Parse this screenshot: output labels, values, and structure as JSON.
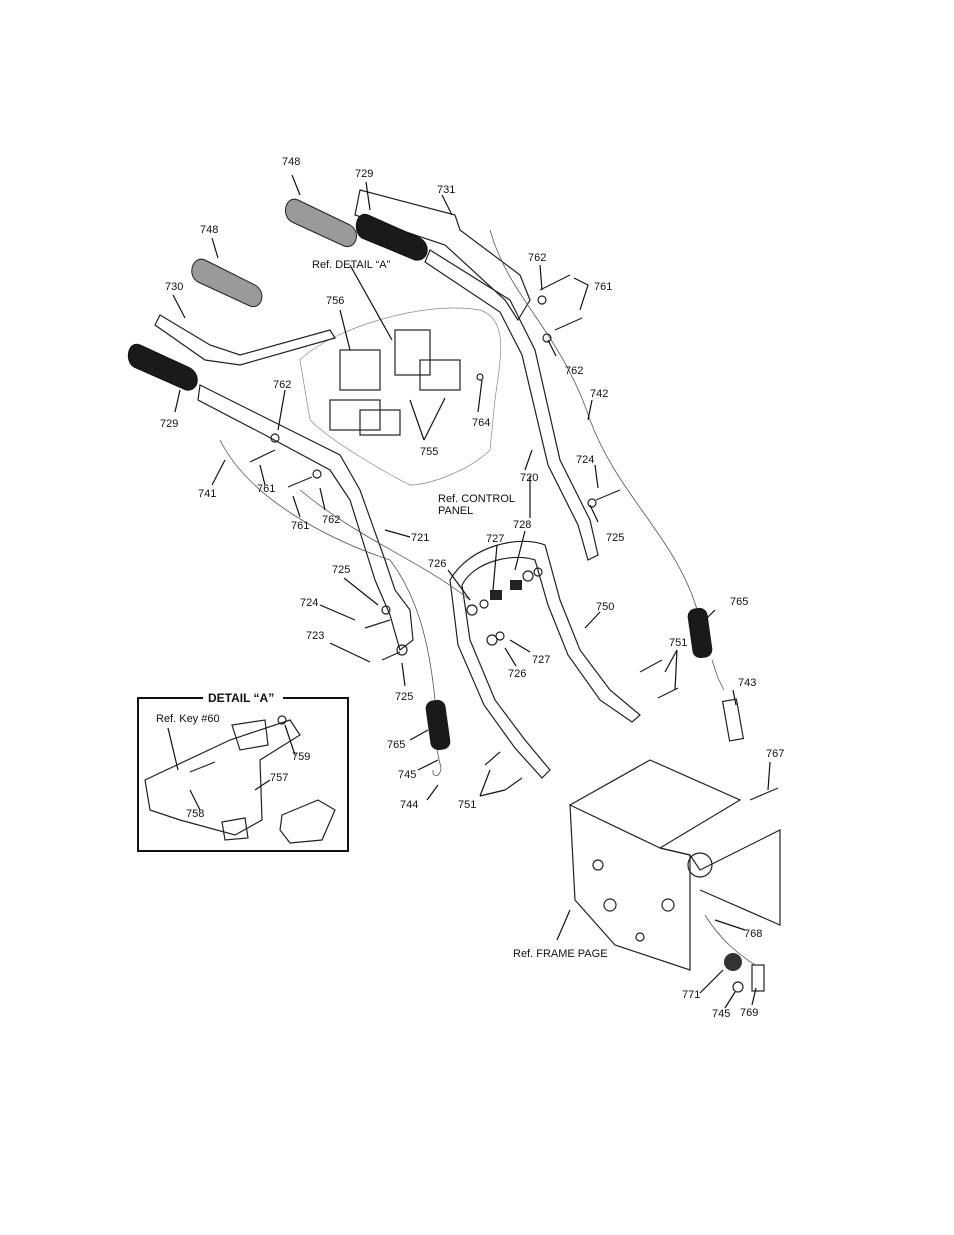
{
  "callouts": {
    "c748a": "748",
    "c729a": "729",
    "c731": "731",
    "c748b": "748",
    "c762a": "762",
    "c761a": "761",
    "cref_detail": "Ref. DETAIL “A”",
    "c730": "730",
    "c756": "756",
    "c762b": "762",
    "c742": "742",
    "c729b": "729",
    "c762c": "762",
    "c764": "764",
    "c755": "755",
    "c741": "741",
    "c761b": "761",
    "c720": "720",
    "c724a": "724",
    "c761c": "761",
    "c762d": "762",
    "cref_cp1": "Ref. CONTROL",
    "cref_cp2": "PANEL",
    "c721": "721",
    "c728": "728",
    "c725a": "725",
    "c727a": "727",
    "c726a": "726",
    "c765a": "765",
    "c724b": "724",
    "c750": "750",
    "c723": "723",
    "c727b": "727",
    "c726b": "726",
    "c751a": "751",
    "c743": "743",
    "c725b": "725",
    "c765b": "765",
    "c745a": "745",
    "c767": "767",
    "c744": "744",
    "c751b": "751",
    "c768": "768",
    "cref_frame": "Ref. FRAME PAGE",
    "c771": "771",
    "c745b": "745",
    "c769": "769"
  },
  "detail": {
    "title": "DETAIL “A”",
    "ref_key": "Ref. Key #60",
    "c759": "759",
    "c757": "757",
    "c758": "758"
  }
}
